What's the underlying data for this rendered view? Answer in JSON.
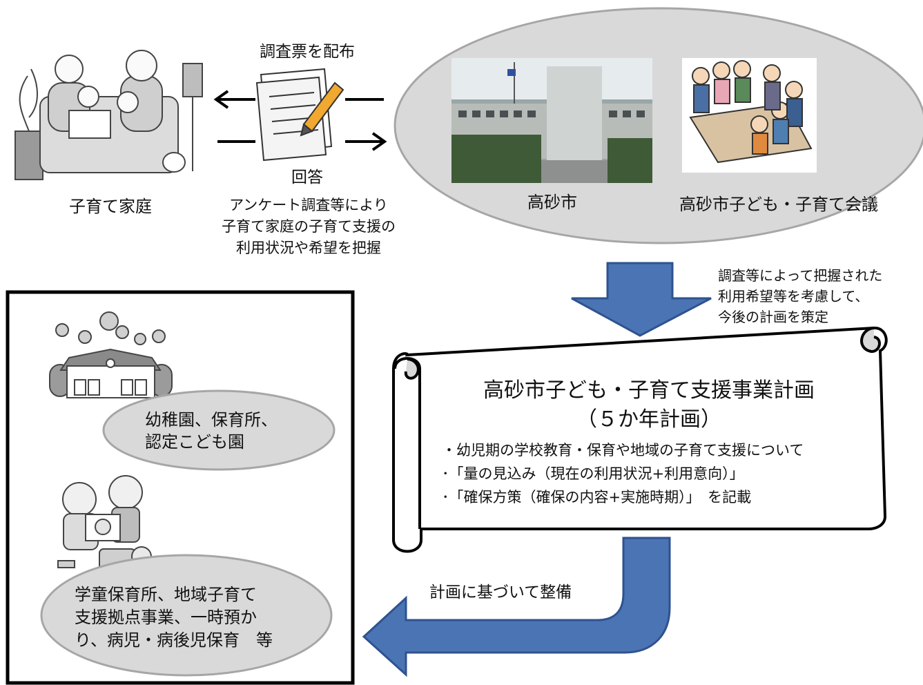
{
  "left_top": {
    "family_label": "子育て家庭",
    "distribute_label": "調査票を配布",
    "answer_label": "回答",
    "survey_note": [
      "アンケート調査等により",
      "子育て家庭の子育て支援の",
      "利用状況や希望を把握"
    ]
  },
  "city": {
    "city_label": "高砂市",
    "council_label": "高砂市子ども・子育て会議"
  },
  "consider_note": [
    "調査等によって把握された",
    "利用希望等を考慮して、",
    "今後の計画を策定"
  ],
  "plan": {
    "title": "高砂市子ども・子育て支援事業計画",
    "subtitle": "（５か年計画）",
    "bullets": [
      "・幼児期の学校教育・保育や地域の子育て支援について",
      "･「量の見込み（現在の利用状況+利用意向）」",
      "･「確保方策（確保の内容+実施時期）」　を記載"
    ]
  },
  "develop_label": "計画に基づいて整備",
  "facilities": {
    "preschool_label": [
      "幼稚園、保育所、",
      "認定こども園"
    ],
    "child_support_label": [
      "学童保育所、地域子育て",
      "支援拠点事業、一時預か",
      "り、病児・病後児保育　等"
    ]
  },
  "colors": {
    "arrow_blue": "#4a74b4",
    "arrow_blue_edge": "#2f528f",
    "ellipse_gray": "#d9d9d9",
    "ellipse_edge": "#a6a6a6"
  }
}
